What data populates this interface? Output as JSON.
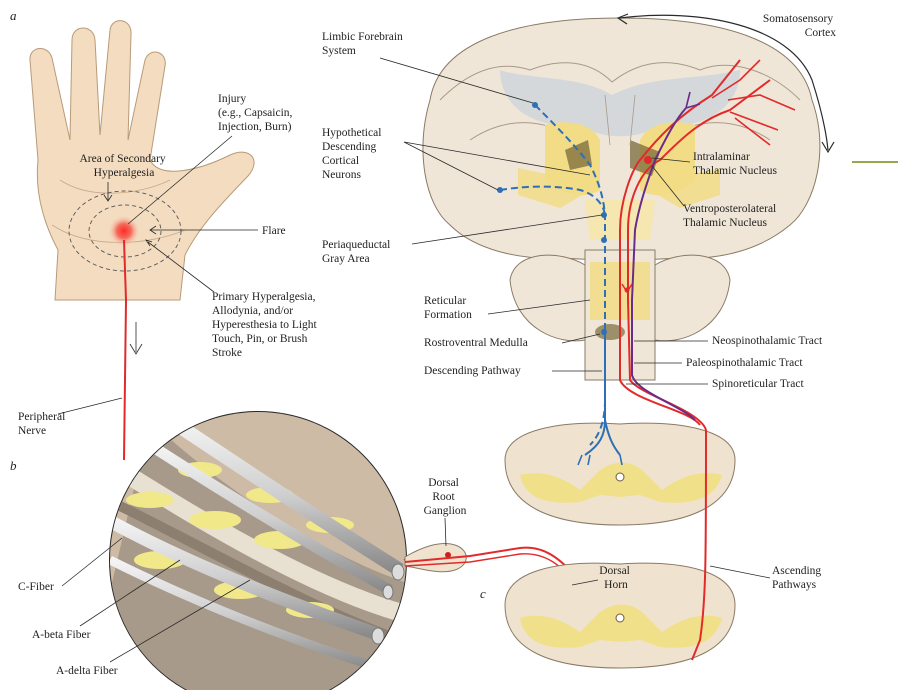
{
  "panels": {
    "a": "a",
    "b": "b",
    "c": "c"
  },
  "hand_labels": {
    "injury": [
      "Injury",
      "(e.g., Capsaicin,",
      "Injection, Burn)"
    ],
    "secondary": [
      "Area of Secondary",
      "Hyperalgesia"
    ],
    "flare": "Flare",
    "primary": [
      "Primary Hyperalgesia,",
      "Allodynia, and/or",
      "Hyperesthesia to Light",
      "Touch, Pin, or Brush",
      "Stroke"
    ],
    "peripheral": [
      "Peripheral",
      "Nerve"
    ]
  },
  "fiber_labels": {
    "c_fiber": "C-Fiber",
    "a_beta": "A-beta Fiber",
    "a_delta": "A-delta Fiber",
    "drg": [
      "Dorsal",
      "Root",
      "Ganglion"
    ]
  },
  "brain_labels": {
    "limbic": [
      "Limbic Forebrain",
      "System"
    ],
    "hypothetical": [
      "Hypothetical",
      "Descending",
      "Cortical",
      "Neurons"
    ],
    "periaqueductal": [
      "Periaqueductal",
      "Gray Area"
    ],
    "reticular": [
      "Reticular",
      "Formation"
    ],
    "rostroventral": "Rostroventral Medulla",
    "descending": "Descending Pathway",
    "somatosensory": [
      "Somatosensory",
      "Cortex"
    ],
    "intralaminar": [
      "Intralaminar",
      "Thalamic Nucleus"
    ],
    "ventroposterolateral": [
      "Ventroposterolateral",
      "Thalamic Nucleus"
    ],
    "neospinothalamic": "Neospinothalamic Tract",
    "paleospinothalamic": "Paleospinothalamic Tract",
    "spinoreticular": "Spinoreticular Tract"
  },
  "spinal_labels": {
    "dorsal_horn": [
      "Dorsal",
      "Horn"
    ],
    "ascending": [
      "Ascending",
      "Pathways"
    ]
  },
  "colors": {
    "nerve_red": "#e32a2a",
    "descending_blue": "#2f6fb5",
    "paleo_purple": "#6a2c8a",
    "skin": "#f3dcc0",
    "brain_tissue": "#efe6d8",
    "yellow_nucleus": "#f2dc86",
    "accent_line": "#9aa64a"
  }
}
